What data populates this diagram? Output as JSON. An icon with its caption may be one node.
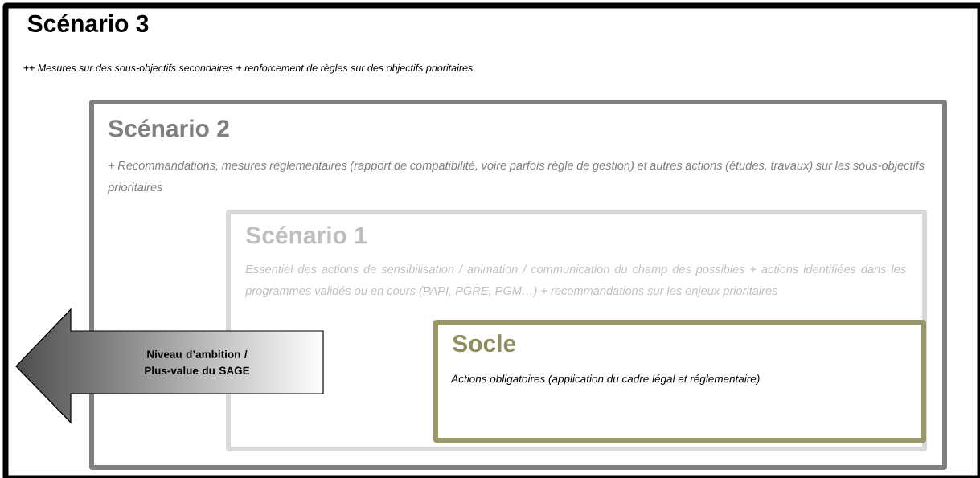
{
  "diagram": {
    "nodes": [
      {
        "text": [
          "Scénario 3",
          "++ Mesures sur des sous-objectifs secondaires + renforcement de règles sur des objectifs prioritaires"
        ]
      },
      {
        "text": [
          "Scénario 2",
          "+ Recommandations, mesures règlementaires (rapport de compatibilité, voire parfois règle de gestion) et autres actions (études, travaux) sur les sous-objectifs prioritaires"
        ],
        "in": 0
      },
      {
        "text": [
          "Scénario 1",
          "Essentiel des actions de sensibilisation / animation / communication du champ des possibles + actions identifiées dans les programmes validés ou en cours (PAPI, PGRE, PGM…) + recommandations sur les enjeux prioritaires"
        ],
        "in": 1
      },
      {
        "text": [
          "Socle",
          "Actions obligatoires (application du cadre légal et réglementaire)"
        ],
        "in": 2
      },
      {
        "text": [
          "Niveau d’ambition / Plus-value du SAGE"
        ],
        "in": 0
      }
    ]
  }
}
